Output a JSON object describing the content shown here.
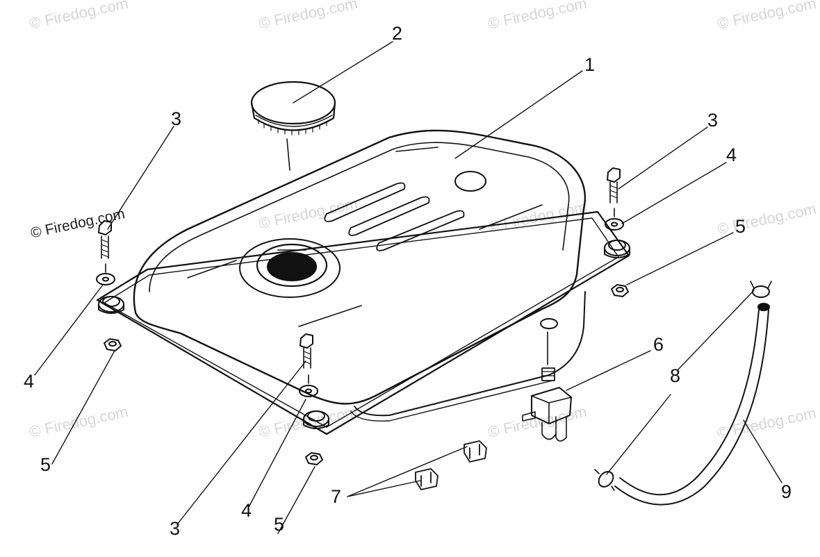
{
  "watermark": {
    "text": "Firedog.com",
    "copyright_symbol": "©",
    "highlighted": "© Firedog.com"
  },
  "callouts": {
    "c1": "1",
    "c2": "2",
    "c3a": "3",
    "c3b": "3",
    "c3c": "3",
    "c4a": "4",
    "c4b": "4",
    "c4c": "4",
    "c5a": "5",
    "c5b": "5",
    "c5c": "5",
    "c6": "6",
    "c7": "7",
    "c8": "8",
    "c9": "9"
  },
  "colors": {
    "line": "#111111",
    "watermark": "#d6d6d6",
    "background": "#ffffff"
  }
}
